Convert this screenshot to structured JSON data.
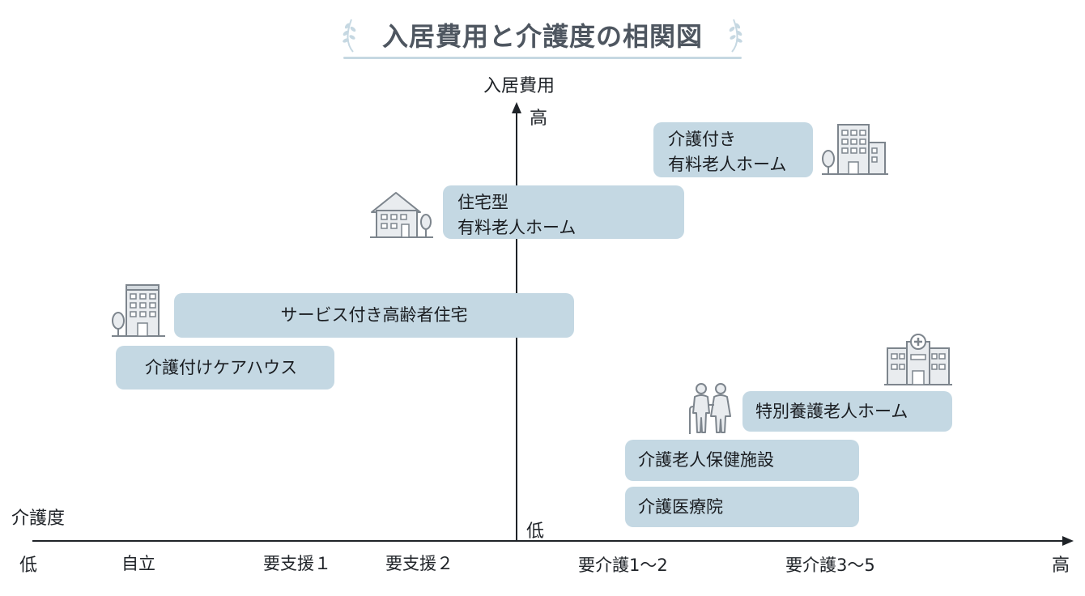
{
  "title": "入居費用と介護度の相関図",
  "y_axis": {
    "label": "入居費用",
    "high": "高",
    "low": "低"
  },
  "x_axis": {
    "label": "介護度",
    "low": "低",
    "high": "高",
    "ticks": [
      "自立",
      "要支援１",
      "要支援２",
      "要介護1〜2",
      "要介護3〜5"
    ]
  },
  "facilities": [
    {
      "lines": [
        "介護付き",
        "有料老人ホーム"
      ],
      "icon": "office-building-icon"
    },
    {
      "lines": [
        "住宅型",
        "有料老人ホーム"
      ],
      "icon": "house-icon"
    },
    {
      "lines": [
        "サービス付き高齢者住宅"
      ],
      "icon": "apartment-building-icon"
    },
    {
      "lines": [
        "介護付けケアハウス"
      ]
    },
    {
      "lines": [
        "特別養護老人ホーム"
      ],
      "icon": "hospital-icon"
    },
    {
      "lines": [
        "介護老人保健施設"
      ],
      "icon": "elderly-couple-icon"
    },
    {
      "lines": [
        "介護医療院"
      ]
    }
  ],
  "colors": {
    "box": "#c4d8e3",
    "axis": "#1f2328",
    "icon_fill": "#e9ecef",
    "icon_stroke": "#7d858d"
  }
}
